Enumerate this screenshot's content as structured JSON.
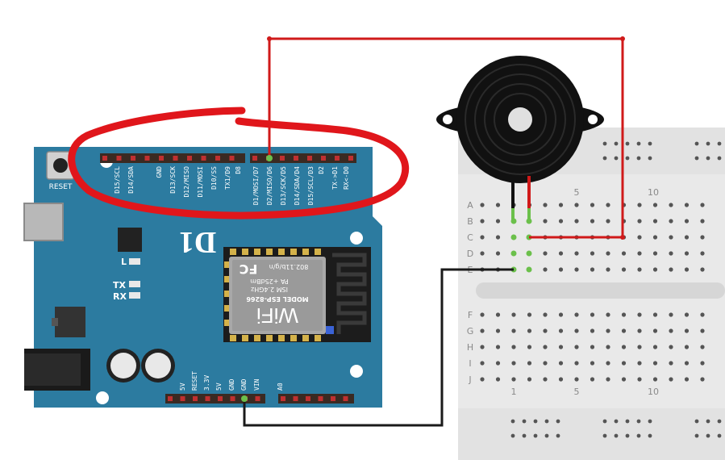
{
  "colors": {
    "board": "#2c7ba0",
    "board_dark": "#1f5f7d",
    "header": "#3a2a22",
    "wire_red": "#d01a1a",
    "wire_black": "#1a1a1a",
    "breadboard": "#e9e9e9",
    "breadboard_mid": "#d6d6d6",
    "hole": "#555555",
    "highlight_green": "#6bc04b",
    "annotation_red": "#e0161b",
    "buzzer": "#111111",
    "module": "#a8a8a8",
    "antenna": "#1c1c1c"
  },
  "board": {
    "reset_label": "RESET",
    "logo": "D1",
    "led_l": "L",
    "led_tx": "TX",
    "led_rx": "RX",
    "top_pins": [
      "D15/SCL",
      "D14/SDA",
      "GND",
      "D13/SCK",
      "D12/MISO",
      "D11/MOSI",
      "D10/SS",
      "TX1/D9",
      "D8",
      "D1/MOSI/D7",
      "D2/MISO/D6",
      "D13/SCK/D5",
      "D14/SDA/D4",
      "D15/SCL/D3",
      "D2",
      "TX->D1",
      "RX<-D0"
    ],
    "bottom_pins": [
      "5V",
      "RESET",
      "3.3V",
      "5V",
      "GND",
      "GND",
      "VIN",
      "A0"
    ]
  },
  "module": {
    "brand": "WiFi",
    "model_line": "MODEL  ESP-8266",
    "spec_line1": "ISM 2.4GHz",
    "spec_line2": "PA +25dBm",
    "spec_line3": "802.11b/g/n",
    "fcc": "FC"
  },
  "breadboard": {
    "row_labels_top": [
      "A",
      "B",
      "C",
      "D",
      "E"
    ],
    "row_labels_bottom": [
      "F",
      "G",
      "H",
      "I",
      "J"
    ],
    "col_labels": [
      "5",
      "10"
    ],
    "col_labels_bottom": [
      "1",
      "5",
      "10"
    ]
  }
}
